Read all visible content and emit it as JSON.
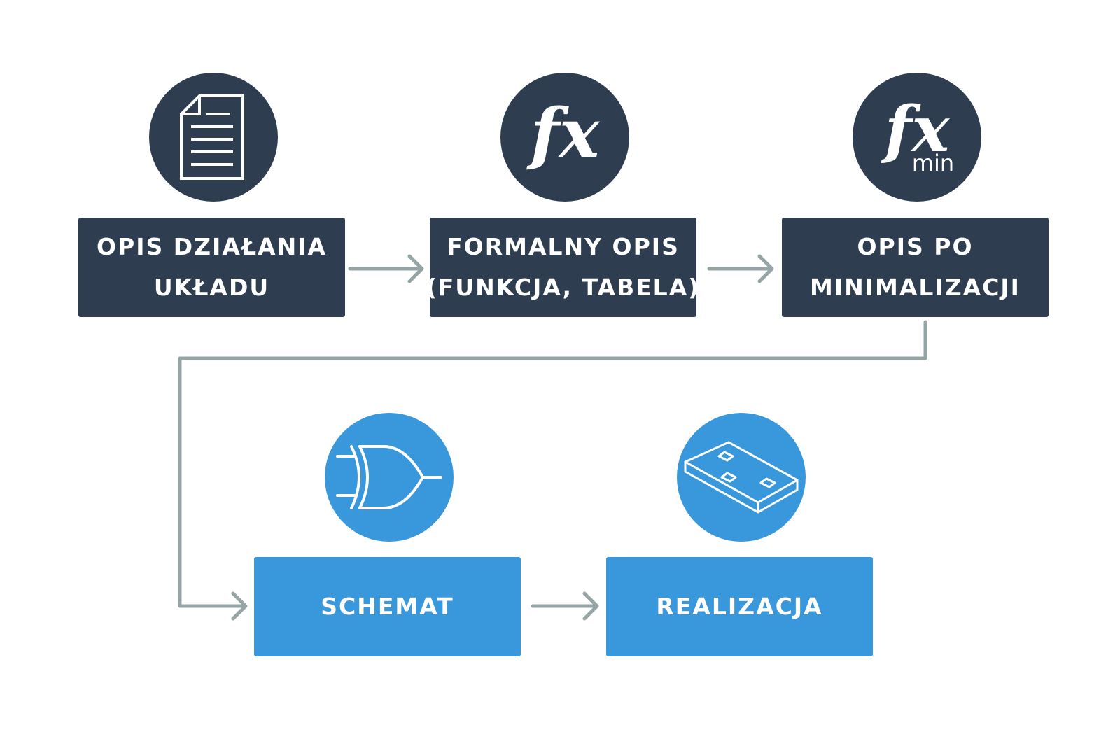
{
  "colors": {
    "dark": "#2e3e50",
    "blue": "#3998db",
    "connector": "#95a5a6",
    "icon": "#ffffff"
  },
  "nodes": [
    {
      "lines": [
        "OPIS DZIAŁANIA",
        "UKŁADU"
      ],
      "icon": "document-icon"
    },
    {
      "lines": [
        "FORMALNY OPIS",
        "(FUNKCJA, TABELA)"
      ],
      "icon": "fx-icon",
      "icon_text": "fx"
    },
    {
      "lines": [
        "OPIS PO",
        "MINIMALIZACJI"
      ],
      "icon": "fx-min-icon",
      "icon_text": "fx",
      "icon_subtext": "min"
    },
    {
      "lines": [
        "SCHEMAT"
      ],
      "icon": "or-gate-icon"
    },
    {
      "lines": [
        "REALIZACJA"
      ],
      "icon": "circuit-board-icon"
    }
  ],
  "edges": [
    {
      "from": 0,
      "to": 1
    },
    {
      "from": 1,
      "to": 2
    },
    {
      "from": 2,
      "to": 3
    },
    {
      "from": 3,
      "to": 4
    }
  ]
}
